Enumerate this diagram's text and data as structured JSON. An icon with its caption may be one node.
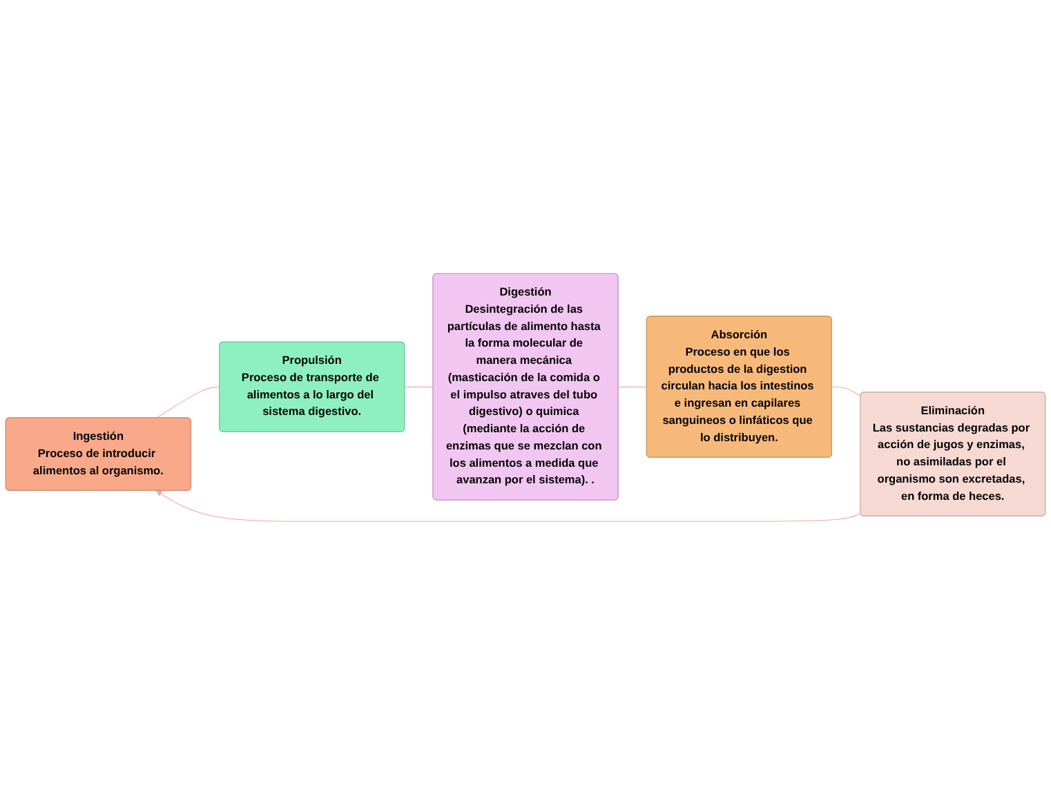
{
  "diagram": {
    "nodes": [
      {
        "text": [
          "Ingestión",
          "Proceso de introducir alimentos al organismo."
        ]
      },
      {
        "text": [
          "Propulsión",
          "Proceso de transporte de alimentos a lo largo del sistema digestivo."
        ]
      },
      {
        "text": [
          "Digestión",
          "Desintegración de las partículas de alimento hasta la forma molecular de manera mecánica (masticación de la comida o el impulso atraves del tubo digestivo) o quimica (mediante la acción de enzimas que se mezclan con los alimentos a medida que avanzan por el sistema). ."
        ]
      },
      {
        "text": [
          "Absorción",
          "Proceso en que los productos de la digestion circulan hacia los intestinos e ingresan en capilares sanguineos o linfáticos que lo distribuyen."
        ]
      },
      {
        "text": [
          "Eliminación",
          "Las sustancias degradas por acción de jugos y enzimas, no asimiladas por el organismo son excretadas, en forma de heces."
        ]
      }
    ],
    "edges": [
      {
        "from": 0,
        "to": 1,
        "arrow": "none"
      },
      {
        "from": 1,
        "to": 2,
        "arrow": "none"
      },
      {
        "from": 2,
        "to": 3,
        "arrow": "none"
      },
      {
        "from": 3,
        "to": 4,
        "arrow": "none"
      },
      {
        "from": 4,
        "to": 0,
        "arrow": "to"
      }
    ]
  }
}
